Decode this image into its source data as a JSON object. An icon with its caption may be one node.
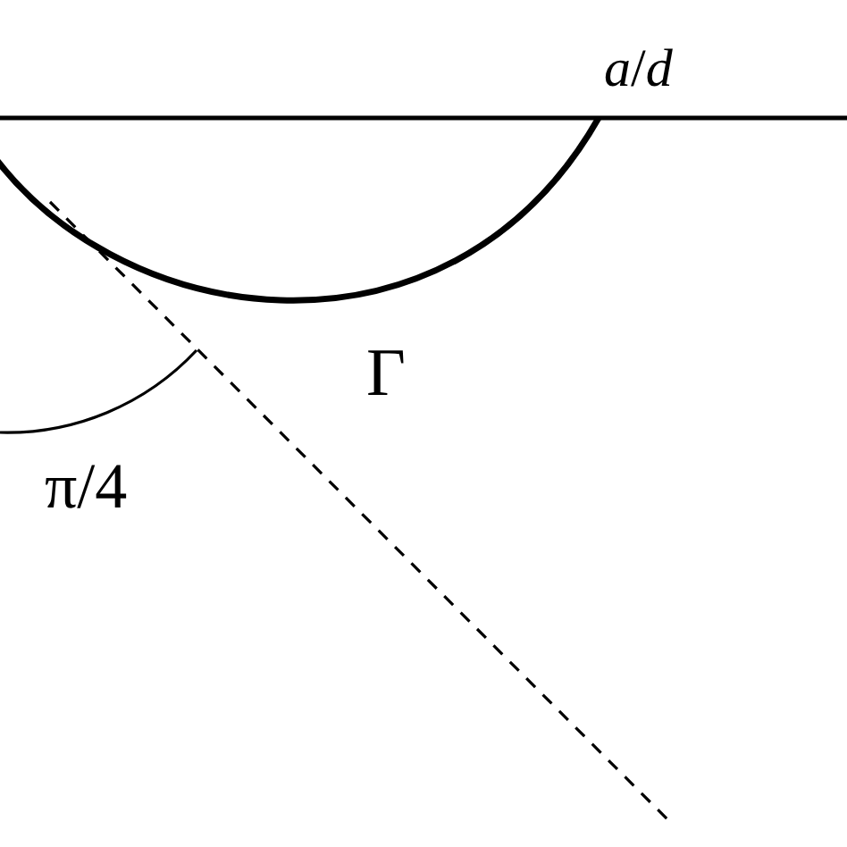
{
  "diagram": {
    "labels": [
      "*a*/*d*",
      "Γ",
      "π/4"
    ]
  }
}
